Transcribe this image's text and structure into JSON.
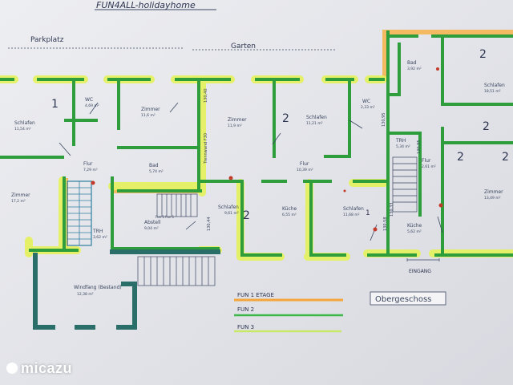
{
  "title": "FUN4ALL-holidayhome",
  "labels": {
    "parkplatz": "Parkplatz",
    "garten": "Garten",
    "obergeschoss": "Obergeschoss",
    "eingang": "EINGANG",
    "trennwand": "Trennwand F30"
  },
  "rooms": [
    {
      "id": "wc1",
      "name": "WC",
      "area": "4,69 m²"
    },
    {
      "id": "zimmer1",
      "name": "Zimmer",
      "area": "11,6 m²"
    },
    {
      "id": "schlafen-left",
      "name": "Schlafen",
      "area": "11,54 m²"
    },
    {
      "id": "zimmer2",
      "name": "Zimmer",
      "area": "11,9 m²"
    },
    {
      "id": "schlafen-mid",
      "name": "Schlafen",
      "area": "11,21 m²"
    },
    {
      "id": "wc2",
      "name": "WC",
      "area": "2,33 m²"
    },
    {
      "id": "bad-right",
      "name": "Bad",
      "area": "3,92 m²"
    },
    {
      "id": "schlafen-right",
      "name": "Schlafen",
      "area": "18,51 m²"
    },
    {
      "id": "flur1",
      "name": "Flur",
      "area": "7,29 m²"
    },
    {
      "id": "bad-mid",
      "name": "Bad",
      "area": "5,74 m²"
    },
    {
      "id": "flur2",
      "name": "Flur",
      "area": "10,39 m²"
    },
    {
      "id": "trh-right",
      "name": "TRH",
      "area": "5,34 m²"
    },
    {
      "id": "flur3",
      "name": "Flur",
      "area": "2,61 m²"
    },
    {
      "id": "zimmer-left",
      "name": "Zimmer",
      "area": "17,2 m²"
    },
    {
      "id": "zimmer-right",
      "name": "Zimmer",
      "area": "13,49 m²"
    },
    {
      "id": "abstell",
      "name": "Abstell",
      "area": "9,04 m²"
    },
    {
      "id": "trh-left",
      "name": "TRH",
      "area": "3,62 m²"
    },
    {
      "id": "schlafen-2",
      "name": "Schlafen",
      "area": "9,61 m²"
    },
    {
      "id": "kueche1",
      "name": "Küche",
      "area": "6,55 m²"
    },
    {
      "id": "schlafen-1",
      "name": "Schlafen",
      "area": "11,68 m²"
    },
    {
      "id": "kueche2",
      "name": "Küche",
      "area": "5,62 m²"
    },
    {
      "id": "windfang",
      "name": "Windfang (Bestand)",
      "area": "12,38 m²"
    }
  ],
  "unit_numbers": {
    "n1": "1",
    "n2a": "2",
    "n2b": "2",
    "n2c": "2",
    "n2d": "2",
    "n2e": "2",
    "n2f": "2",
    "n1b": "1"
  },
  "dims": {
    "d1": "130,40",
    "d2": "130,44",
    "d3": "130,58",
    "d4": "130,95",
    "d5": "130,95",
    "d6": "130,33"
  },
  "fun_label": "Fun 1 Fun 1",
  "legend": [
    {
      "label": "FUN 1 ETAGE",
      "color": "#f4a63a"
    },
    {
      "label": "FUN 2",
      "color": "#3cb84a"
    },
    {
      "label": "FUN 3",
      "color": "#c8e86a"
    }
  ],
  "watermark": "micazu",
  "colors": {
    "wall_green": "#2e9e3c",
    "wall_teal": "#2a6e6a",
    "highlight_yellow": "#e5f25a",
    "highlight_orange": "#f6b34a",
    "wall_blue": "#2f7ea0"
  }
}
